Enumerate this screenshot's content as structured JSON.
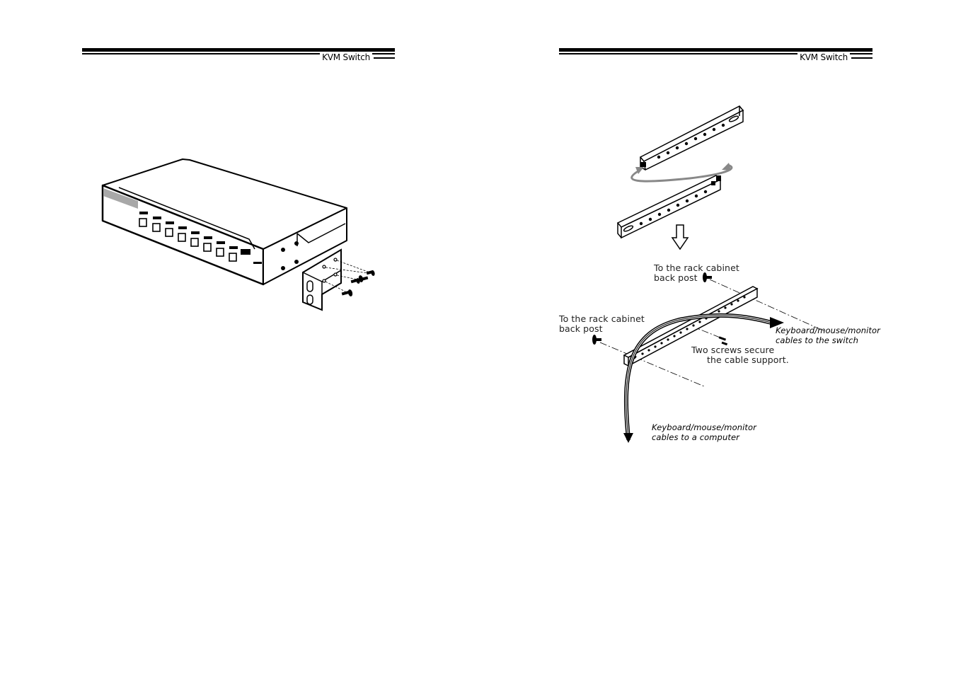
{
  "pages": [
    {
      "header_title": "KVM Switch"
    },
    {
      "header_title": "KVM Switch"
    }
  ],
  "labels": {
    "rack_post_upper": [
      "To the rack cabinet",
      "back post"
    ],
    "rack_post_left": [
      "To the rack cabinet",
      "back post"
    ],
    "cables_switch": [
      "Keyboard/mouse/monitor",
      "cables to the switch"
    ],
    "screws": [
      "Two screws secure",
      "the cable support."
    ],
    "cables_computer": [
      "Keyboard/mouse/monitor",
      "cables to a computer"
    ]
  }
}
